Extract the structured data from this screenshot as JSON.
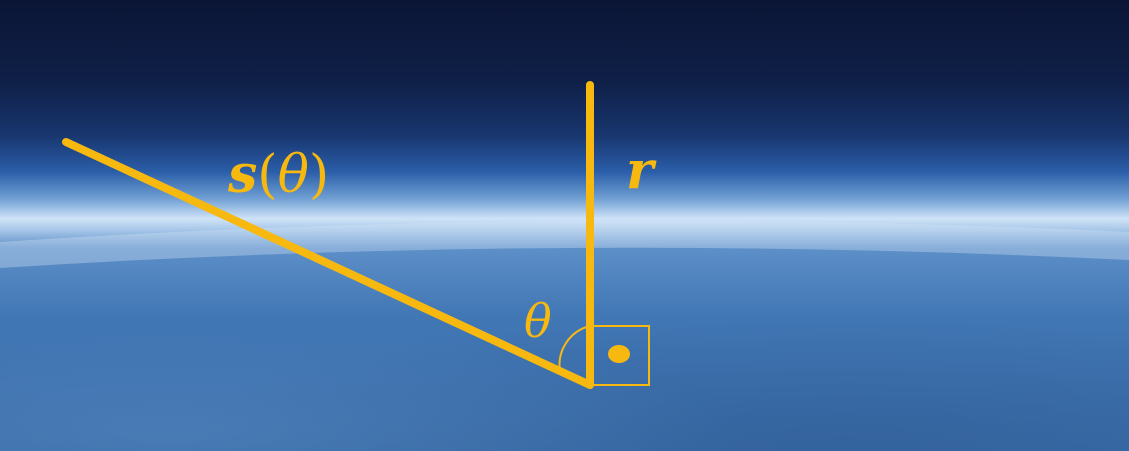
{
  "labels": {
    "ray": "s(θ)",
    "ray_symbol": "s",
    "ray_open": "(",
    "ray_theta": "θ",
    "ray_close": ")",
    "normal": "r",
    "angle": "θ"
  },
  "colors": {
    "line": "#f7b80f",
    "label": "#f7b80f",
    "sky_top": "#0b1636",
    "sky_mid": "#1f4f9a",
    "horizon_glow": "#cfe3f7",
    "earth": "#3d74b3",
    "earth_dark": "#335f98"
  },
  "icons": {
    "right_angle_marker": "right-angle-square-icon",
    "perpendicular_dot": "dot-icon",
    "angle_arc": "angle-arc-icon"
  }
}
